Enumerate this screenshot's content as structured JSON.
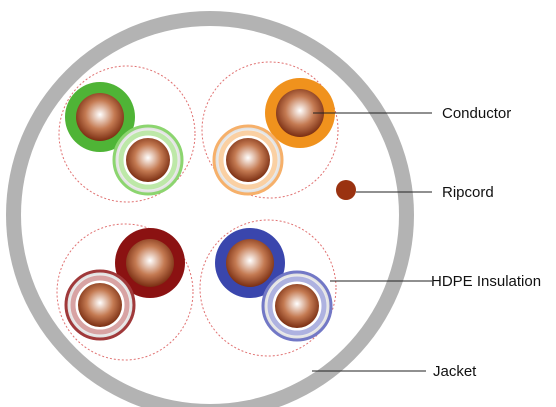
{
  "labels": {
    "conductor": "Conductor",
    "ripcord": "Ripcord",
    "insulation": "HDPE Insulation",
    "jacket": "Jacket"
  },
  "colors": {
    "jacket": "#b3b3b3",
    "jacket_inner": "#ffffff",
    "pair_outline": "#e07070",
    "leader": "#222222",
    "ripcord": "#9a3210",
    "conductor": "#a0522d",
    "green": "#4fb436",
    "green_stripe": "#8cd56f",
    "orange": "#f0921d",
    "orange_stripe": "#f6b06a",
    "brown": "#8b1212",
    "brown_stripe": "#a0393a",
    "blue": "#3a46ad",
    "blue_stripe": "#7278c6"
  }
}
